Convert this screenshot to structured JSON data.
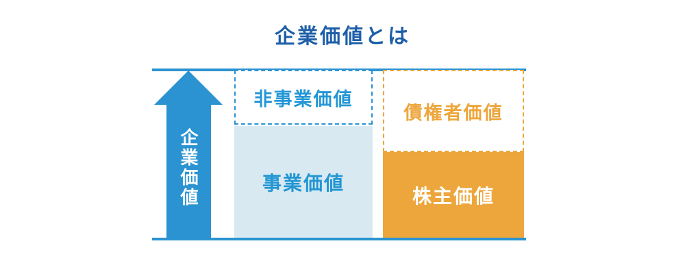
{
  "title": "企業価値とは",
  "arrow": {
    "label": "企業価値"
  },
  "boxes": {
    "non_business": {
      "label": "非事業価値"
    },
    "business": {
      "label": "事業価値"
    },
    "creditor": {
      "label": "債権者価値"
    },
    "shareholder": {
      "label": "株主価値"
    }
  },
  "colors": {
    "title_blue": "#1e5fa8",
    "arrow_and_rule_blue": "#2b93d1",
    "label_blue": "#2397d6",
    "light_blue_fill": "#d9e9f2",
    "orange": "#eda63c",
    "white_text": "#ffffff"
  }
}
